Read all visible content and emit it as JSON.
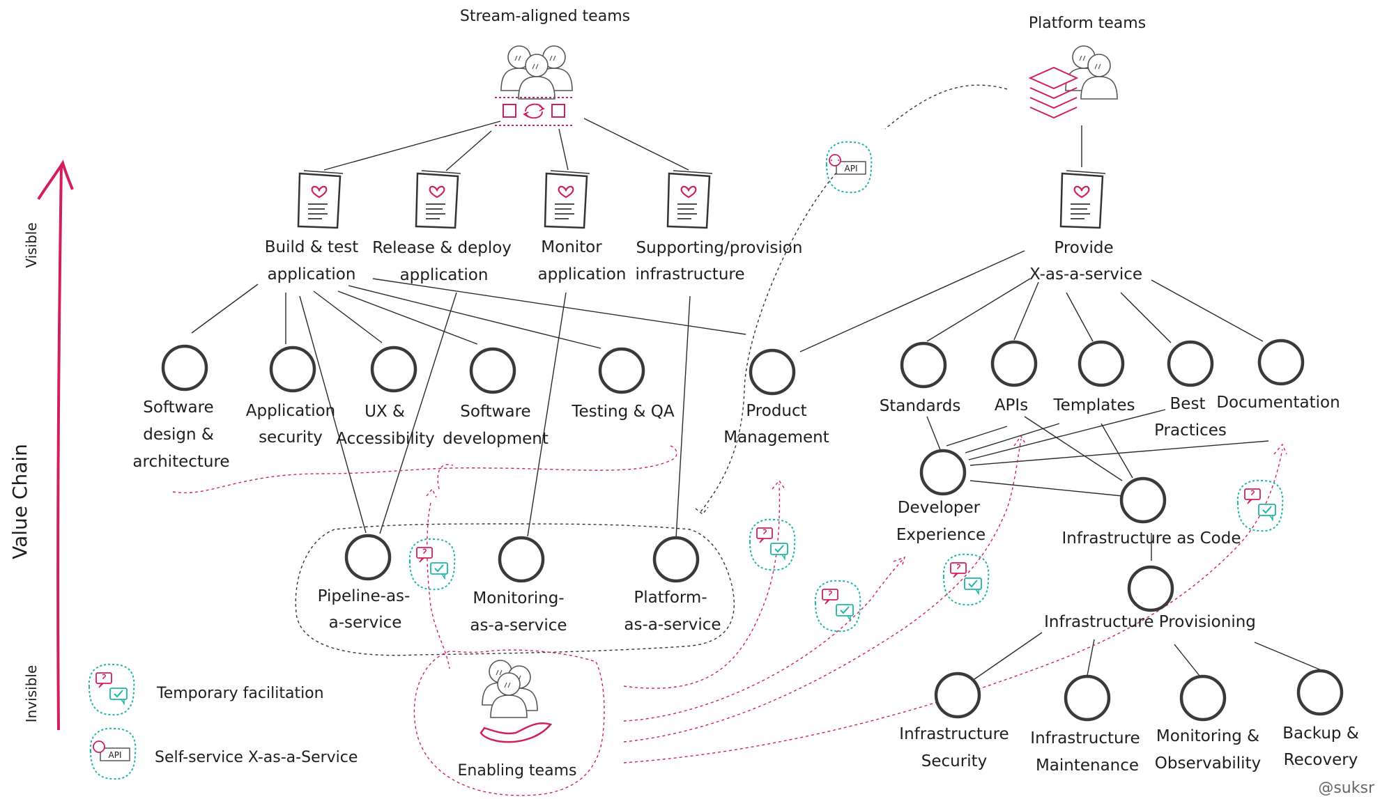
{
  "header": {
    "stream_aligned": "Stream-aligned teams",
    "platform": "Platform teams",
    "enabling": "Enabling teams"
  },
  "axis": {
    "title": "Value Chain",
    "top": "Visible",
    "bottom": "Invisible"
  },
  "capabilities": {
    "build_test": [
      "Build & test",
      "application"
    ],
    "release_deploy": [
      "Release & deploy",
      "application"
    ],
    "monitor": [
      "Monitor",
      "application"
    ],
    "supporting": [
      "Supporting/provision",
      "infrastructure"
    ],
    "provide": [
      "Provide",
      "X-as-a-service"
    ]
  },
  "nodes": {
    "software_design": [
      "Software",
      "design &",
      "architecture"
    ],
    "app_security": [
      "Application",
      "security"
    ],
    "ux": [
      "UX &",
      "Accessibility"
    ],
    "software_dev": [
      "Software",
      "development"
    ],
    "testing": [
      "Testing & QA"
    ],
    "product_mgmt": [
      "Product",
      "Management"
    ],
    "standards": [
      "Standards"
    ],
    "apis": [
      "APIs"
    ],
    "templates": [
      "Templates"
    ],
    "best_practices": [
      "Best",
      "Practices"
    ],
    "documentation": [
      "Documentation"
    ],
    "dev_experience": [
      "Developer",
      "Experience"
    ],
    "iac": [
      "Infrastructure as Code"
    ],
    "infra_provisioning": [
      "Infrastructure Provisioning"
    ],
    "pipeline": [
      "Pipeline-as-",
      "a-service"
    ],
    "monitoring_svc": [
      "Monitoring-",
      "as-a-service"
    ],
    "platform_svc": [
      "Platform-",
      "as-a-service"
    ],
    "infra_security": [
      "Infrastructure",
      "Security"
    ],
    "infra_maintenance": [
      "Infrastructure",
      "Maintenance"
    ],
    "monitoring_obs": [
      "Monitoring &",
      "Observability"
    ],
    "backup": [
      "Backup &",
      "Recovery"
    ]
  },
  "legend": {
    "temporary": "Temporary facilitation",
    "self_service": "Self-service X-as-a-Service"
  },
  "api_badge": "API",
  "credit": "@suksr",
  "colors": {
    "accent": "#d21f5a",
    "teal": "#1ab7a6",
    "ink": "#2a2a2a"
  }
}
